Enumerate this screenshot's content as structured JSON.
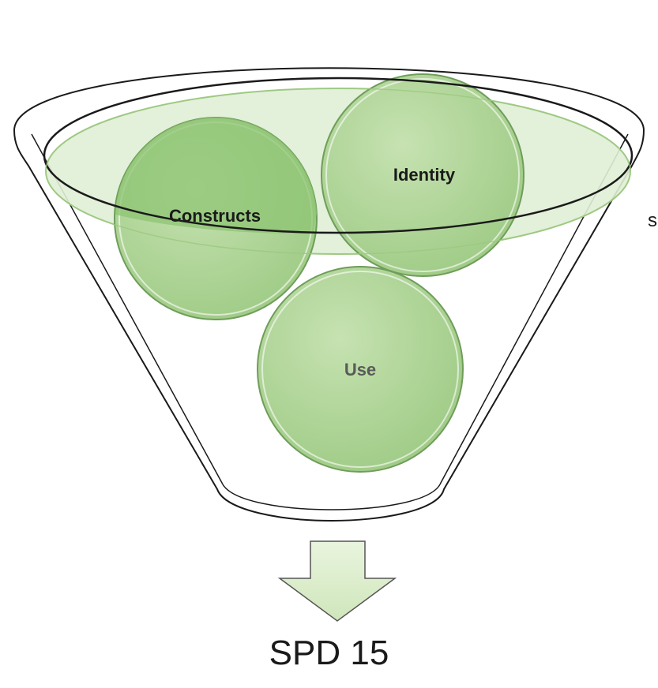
{
  "circles": {
    "constructs": "Constructs",
    "identity": "Identity",
    "use": "Use"
  },
  "output_label": "SPD 15",
  "stray_text": "s",
  "colors": {
    "funnel_fill": "#ffffff",
    "funnel_stroke": "#1a1a1a",
    "rim_fill": "#dfeed3",
    "circle_light": "#b8d9a0",
    "circle_dark": "#8cc274",
    "circle_stroke": "#6f9d5a",
    "arrow_fill": "#dff0cf",
    "label_dark": "#1a1a1a",
    "label_gray": "#5a5a5a"
  }
}
